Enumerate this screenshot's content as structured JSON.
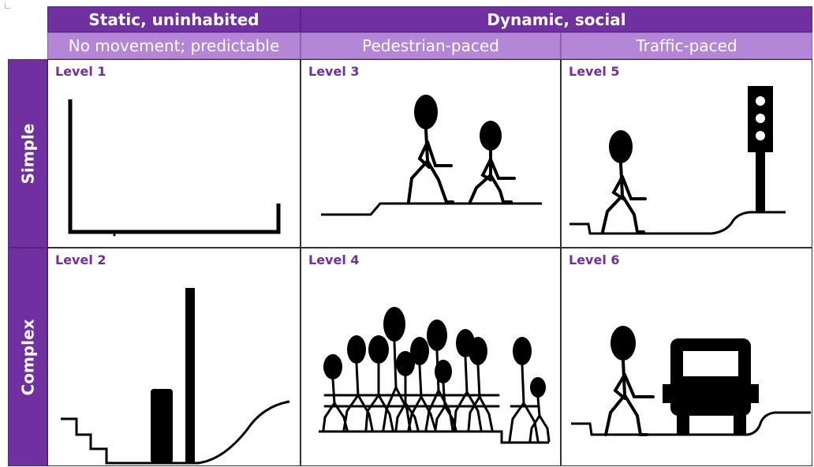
{
  "columns_top": {
    "static": "Static, uninhabited",
    "dynamic": "Dynamic, social"
  },
  "columns_sub": {
    "no_movement": "No movement; predictable",
    "pedestrian": "Pedestrian-paced",
    "traffic": "Traffic-paced"
  },
  "rows": {
    "simple": "Simple",
    "complex": "Complex"
  },
  "levels": {
    "l1": "Level 1",
    "l2": "Level 2",
    "l3": "Level 3",
    "l4": "Level 4",
    "l5": "Level 5",
    "l6": "Level 6"
  },
  "colors": {
    "header_dark": "#7030a0",
    "header_light": "#b486d8",
    "level_text": "#7030a0"
  },
  "icons": {
    "l1": "corner-line-icon",
    "l2": "stairs-posts-icon",
    "l3": "two-pedestrians-icon",
    "l4": "crowd-icon",
    "l5": "pedestrian-traffic-light-icon",
    "l6": "pedestrian-vehicle-icon"
  }
}
